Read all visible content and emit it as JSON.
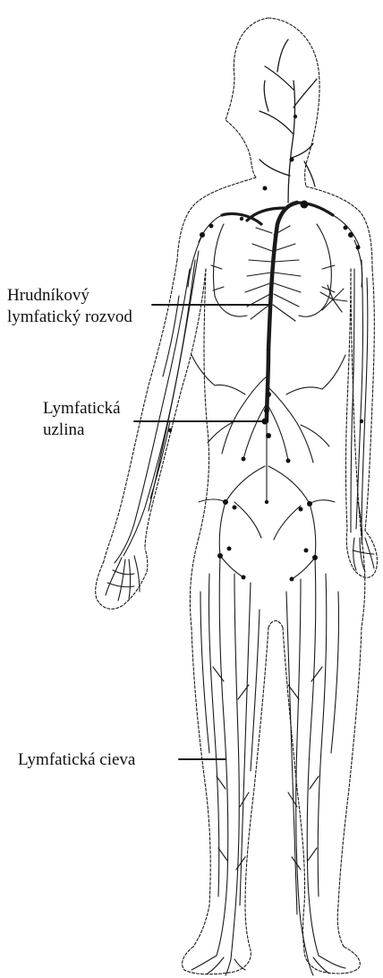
{
  "labels": {
    "thoracic_duct": [
      "Hrudníkový",
      "lymfatický rozvod"
    ],
    "lymph_node": [
      "Lymfatická",
      "uzlina"
    ],
    "lymph_vessel": "Lymfatická cieva"
  },
  "colors": {
    "ink": "#111111",
    "background": "#ffffff"
  }
}
